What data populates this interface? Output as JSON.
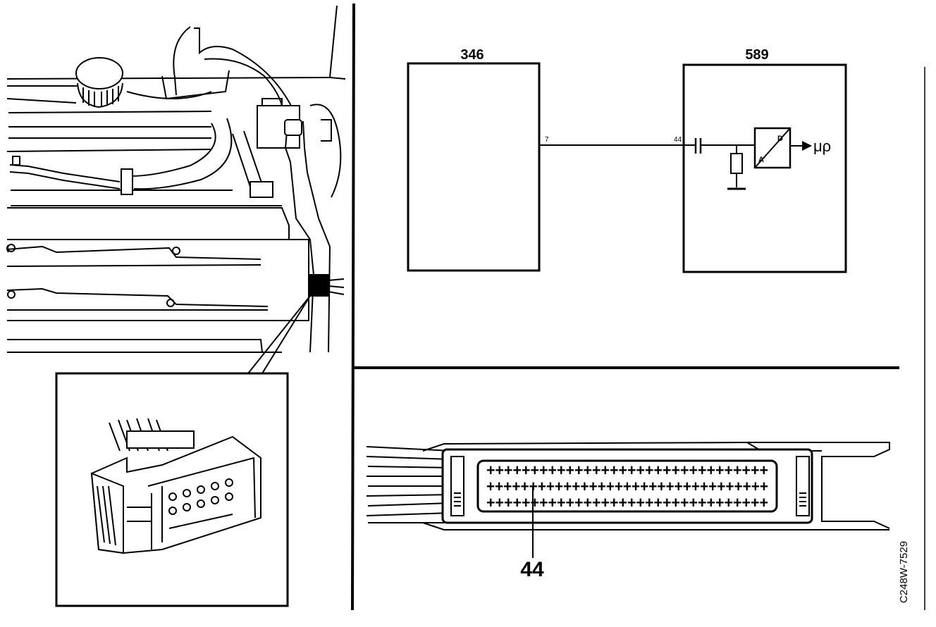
{
  "labels": {
    "unit_left": "346",
    "unit_right": "589",
    "pin_left": "7",
    "pin_right": "44",
    "adc_in": "A",
    "adc_out": "D",
    "output_symbol": "μρ",
    "connector_pin": "44",
    "figure_code": "C248W-7529"
  },
  "connector_rows": {
    "top": "++++++++++++++++++++++++++++++++",
    "middle": "+++++++++++++++++++++++++++++++++",
    "bottom": "++++++++++++++++++++++++++++++++"
  }
}
